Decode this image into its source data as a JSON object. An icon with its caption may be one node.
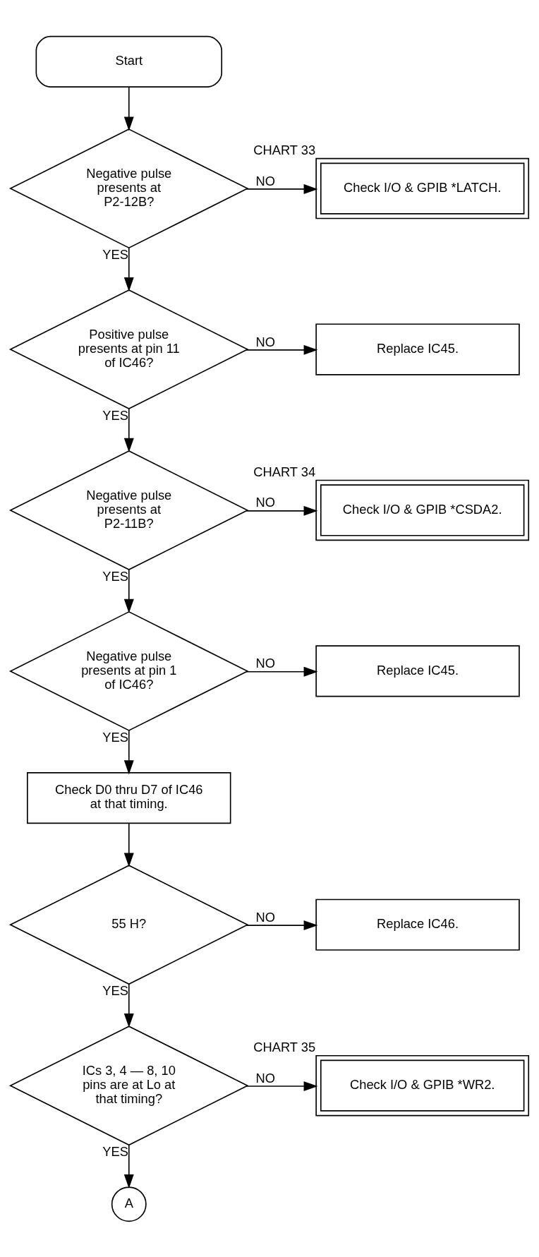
{
  "diagram": {
    "nodes": [
      {
        "text": [
          "Start"
        ]
      },
      {
        "text": [
          "Negative pulse presents at P2-12B?"
        ]
      },
      {
        "text": [
          "Check I/O & GPIB *LATCH."
        ],
        "beside": [
          "CHART 33"
        ]
      },
      {
        "text": [
          "Positive pulse presents at pin 11 of IC46?"
        ]
      },
      {
        "text": [
          "Replace IC45."
        ]
      },
      {
        "text": [
          "Negative pulse presents at P2-11B?"
        ]
      },
      {
        "text": [
          "Check I/O & GPIB *CSDA2."
        ],
        "beside": [
          "CHART 34"
        ]
      },
      {
        "text": [
          "Negative pulse presents at pin 1 of IC46?"
        ]
      },
      {
        "text": [
          "Replace IC45."
        ]
      },
      {
        "text": [
          "Check D0 thru D7 of IC46 at that timing."
        ]
      },
      {
        "text": [
          "55 H?"
        ]
      },
      {
        "text": [
          "Replace IC46."
        ]
      },
      {
        "text": [
          "ICs 3, 4 — 8, 10 pins are at Lo at that timing?"
        ]
      },
      {
        "text": [
          "Check I/O & GPIB *WR2."
        ],
        "beside": [
          "CHART 35"
        ]
      },
      {
        "text": [
          "A"
        ]
      }
    ],
    "edges": [
      {
        "from": 0,
        "to": 1,
        "arrow": "to"
      },
      {
        "from": 1,
        "to": 2,
        "arrow": "to",
        "label": "NO"
      },
      {
        "from": 1,
        "to": 3,
        "arrow": "to",
        "label": "YES"
      },
      {
        "from": 3,
        "to": 4,
        "arrow": "to",
        "label": "NO"
      },
      {
        "from": 3,
        "to": 5,
        "arrow": "to",
        "label": "YES"
      },
      {
        "from": 5,
        "to": 6,
        "arrow": "to",
        "label": "NO"
      },
      {
        "from": 5,
        "to": 7,
        "arrow": "to",
        "label": "YES"
      },
      {
        "from": 7,
        "to": 8,
        "arrow": "to",
        "label": "NO"
      },
      {
        "from": 7,
        "to": 9,
        "arrow": "to",
        "label": "YES"
      },
      {
        "from": 9,
        "to": 10,
        "arrow": "to"
      },
      {
        "from": 10,
        "to": 11,
        "arrow": "to",
        "label": "NO"
      },
      {
        "from": 10,
        "to": 12,
        "arrow": "to",
        "label": "YES"
      },
      {
        "from": 12,
        "to": 13,
        "arrow": "to",
        "label": "NO"
      },
      {
        "from": 12,
        "to": 14,
        "arrow": "to",
        "label": "YES"
      }
    ]
  }
}
